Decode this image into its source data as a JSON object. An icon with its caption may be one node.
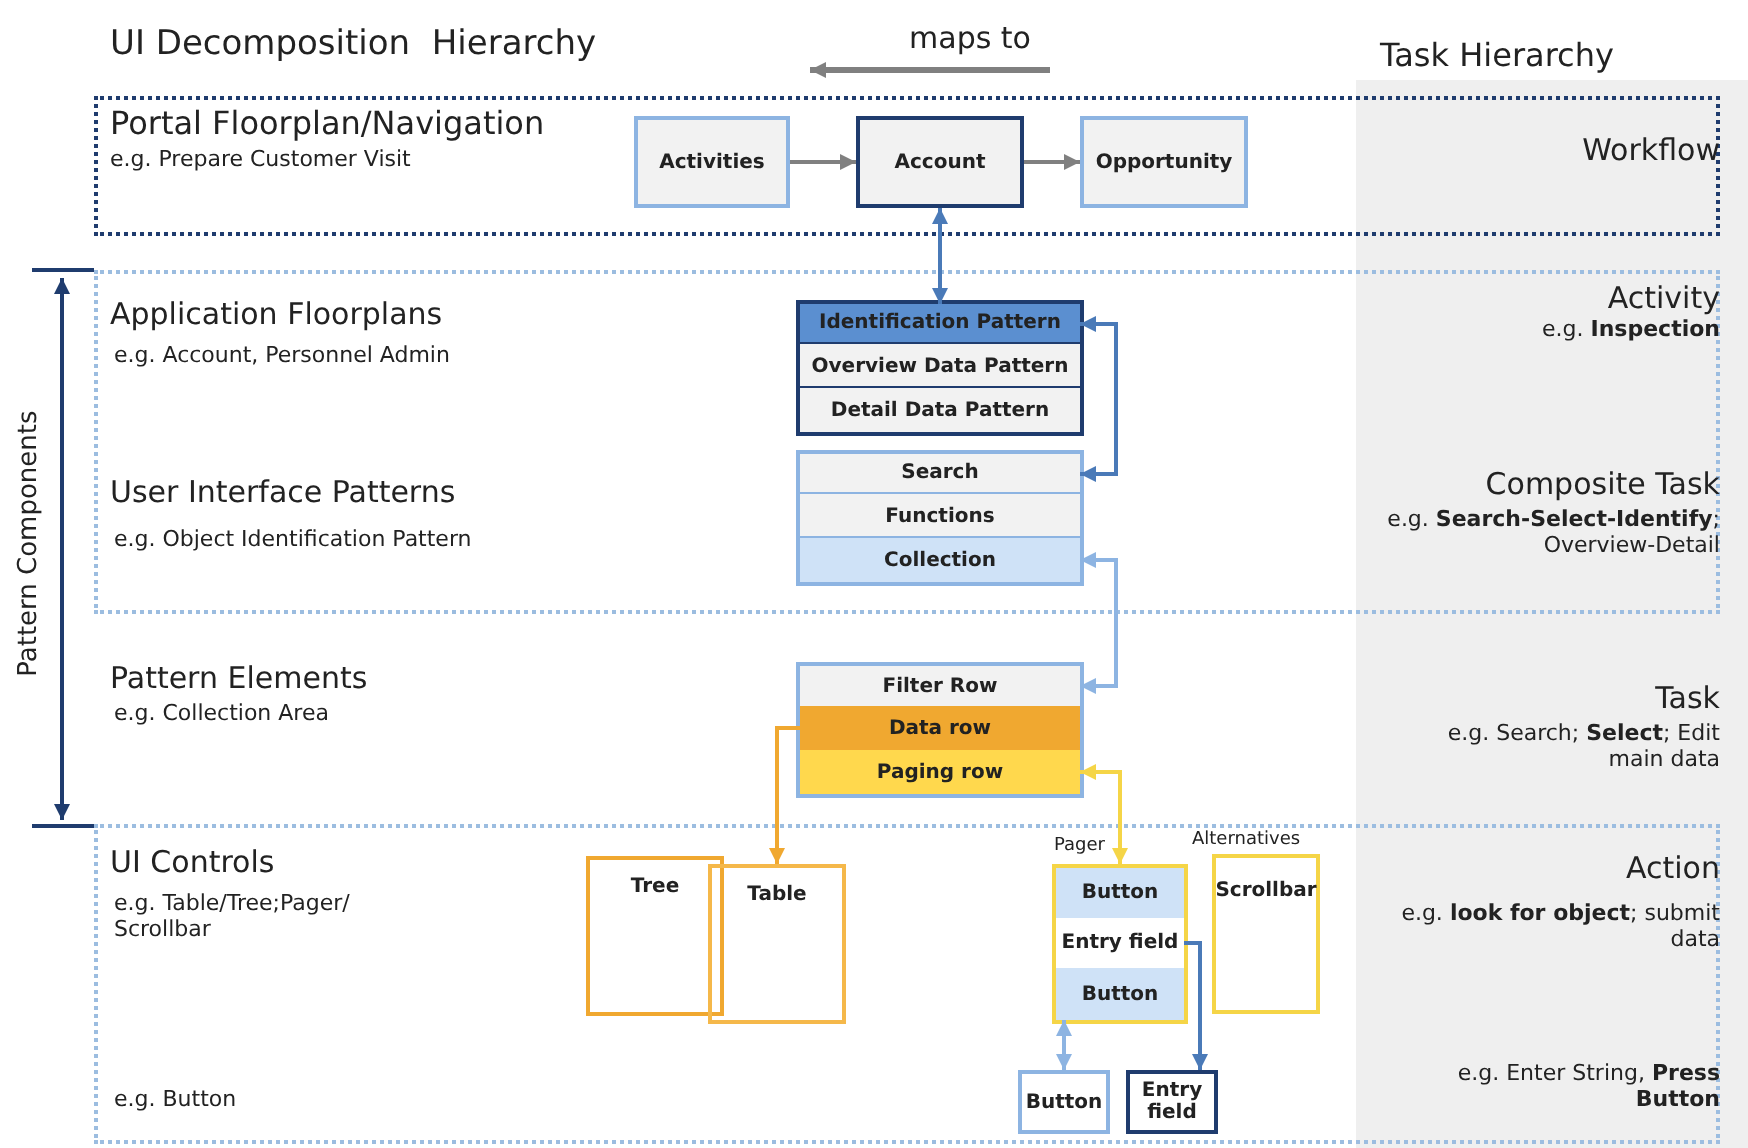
{
  "diagram": {
    "nodes": [
      {
        "text": [
          "Portal Floorplan/Navigation",
          "e.g. Prepare Customer Visit",
          "Workflow"
        ]
      },
      {
        "text": [
          "Activities"
        ],
        "in": 0
      },
      {
        "text": [
          "Account"
        ],
        "in": 0
      },
      {
        "text": [
          "Opportunity"
        ],
        "in": 0
      },
      {
        "text": [
          "Application Floorplans",
          "e.g. Account, Personnel Admin",
          "User Interface Patterns",
          "e.g. Object Identification Pattern",
          "Activity",
          "e.g. **Inspection**",
          "Composite Task",
          "e.g. **Search-Select-Identify**; Overview-Detail"
        ]
      },
      {
        "text": [],
        "shape": "box",
        "in": 4
      },
      {
        "text": [
          "Identification Pattern"
        ],
        "in": 5
      },
      {
        "text": [
          "Overview Data Pattern"
        ],
        "in": 5
      },
      {
        "text": [
          "Detail Data Pattern"
        ],
        "in": 5
      },
      {
        "text": [],
        "shape": "box",
        "in": 4
      },
      {
        "text": [
          "Search"
        ],
        "in": 9
      },
      {
        "text": [
          "Functions"
        ],
        "in": 9
      },
      {
        "text": [
          "Collection"
        ],
        "in": 9
      },
      {
        "text": [],
        "shape": "box"
      },
      {
        "text": [
          "Filter Row"
        ],
        "in": 13
      },
      {
        "text": [
          "Data row"
        ],
        "in": 13
      },
      {
        "text": [
          "Paging row"
        ],
        "in": 13
      },
      {
        "text": [
          "UI Controls",
          "e.g. Table/Tree;Pager/ Scrollbar",
          "e.g. Button",
          "Action",
          "e.g. **look for object**; submit data",
          "e.g. Enter String, **Press Button**"
        ]
      },
      {
        "text": [
          "Tree"
        ],
        "in": 17
      },
      {
        "text": [
          "Table"
        ],
        "in": 17
      },
      {
        "text": [
          "Pager"
        ],
        "in": 17
      },
      {
        "text": [
          "Button"
        ],
        "in": 20
      },
      {
        "text": [
          "Entry field"
        ],
        "in": 20
      },
      {
        "text": [
          "Button"
        ],
        "in": 20
      },
      {
        "text": [
          "Alternatives",
          "Scrollbar"
        ],
        "in": 17
      },
      {
        "text": [
          "Button"
        ],
        "in": 17
      },
      {
        "text": [
          "Entry field"
        ],
        "in": 17
      }
    ],
    "edges": [
      {
        "from": 1,
        "to": 2,
        "arrow": "to",
        "color": "#808080"
      },
      {
        "from": 2,
        "to": 3,
        "arrow": "to",
        "color": "#808080"
      },
      {
        "from": 2,
        "to": 6,
        "arrow": "both"
      },
      {
        "from": 10,
        "to": 6,
        "arrow": "both"
      },
      {
        "from": 12,
        "to": 14,
        "arrow": "both",
        "color": "#8db4e2"
      },
      {
        "from": 15,
        "to": 19,
        "arrow": "to",
        "color": "#f0a830"
      },
      {
        "from": 16,
        "to": 20,
        "arrow": "both",
        "color": "#f5d547"
      },
      {
        "from": 23,
        "to": 25,
        "arrow": "both",
        "color": "#8db4e2"
      },
      {
        "from": 22,
        "to": 26,
        "arrow": "to"
      }
    ],
    "labels": [
      "UI Decomposition  Hierarchy",
      "maps to",
      "Task Hierarchy",
      "Pattern Components",
      "Pattern Elements",
      "e.g. Collection Area",
      "Task",
      "e.g. Search; **Select**; Edit main data"
    ]
  }
}
